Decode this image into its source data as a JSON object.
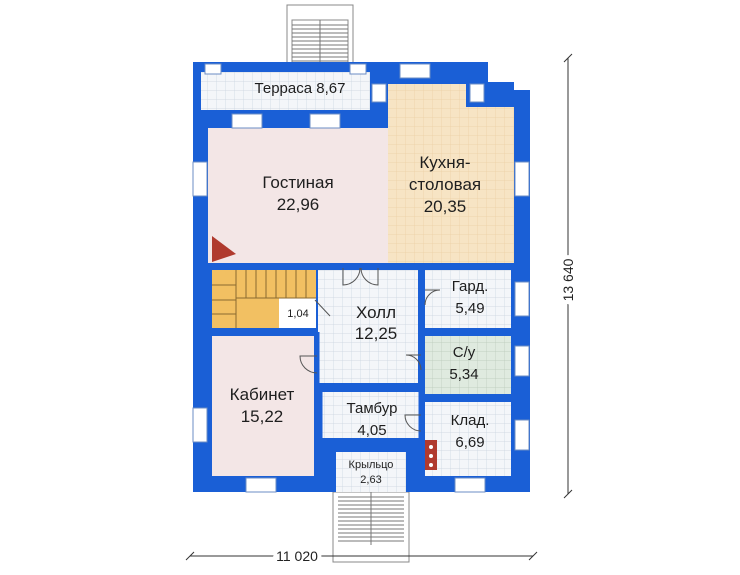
{
  "rooms": {
    "terrace": {
      "name": "Терраса",
      "area": "8,67"
    },
    "living": {
      "name": "Гостиная",
      "area": "22,96"
    },
    "kitchen": {
      "name_line1": "Кухня-",
      "name_line2": "столовая",
      "area": "20,35"
    },
    "wardrobe": {
      "name": "Гард.",
      "area": "5,49"
    },
    "hall": {
      "name": "Холл",
      "area": "12,25"
    },
    "bathroom": {
      "name": "С/у",
      "area": "5,34"
    },
    "stair_closet": {
      "area": "1,04"
    },
    "study": {
      "name": "Кабинет",
      "area": "15,22"
    },
    "vestibule": {
      "name": "Тамбур",
      "area": "4,05"
    },
    "storage": {
      "name": "Клад.",
      "area": "6,69"
    },
    "porch": {
      "name": "Крыльцо",
      "area": "2,63"
    }
  },
  "dimensions": {
    "width": "11 020",
    "height": "13 640"
  },
  "colors": {
    "wall": "#1a5fd6",
    "tile": "#eef2f7",
    "living_floor": "#f3e6e6",
    "kitchen_floor": "#f7e7c8",
    "stair_floor": "#f2c062",
    "dim_line": "#333333"
  }
}
